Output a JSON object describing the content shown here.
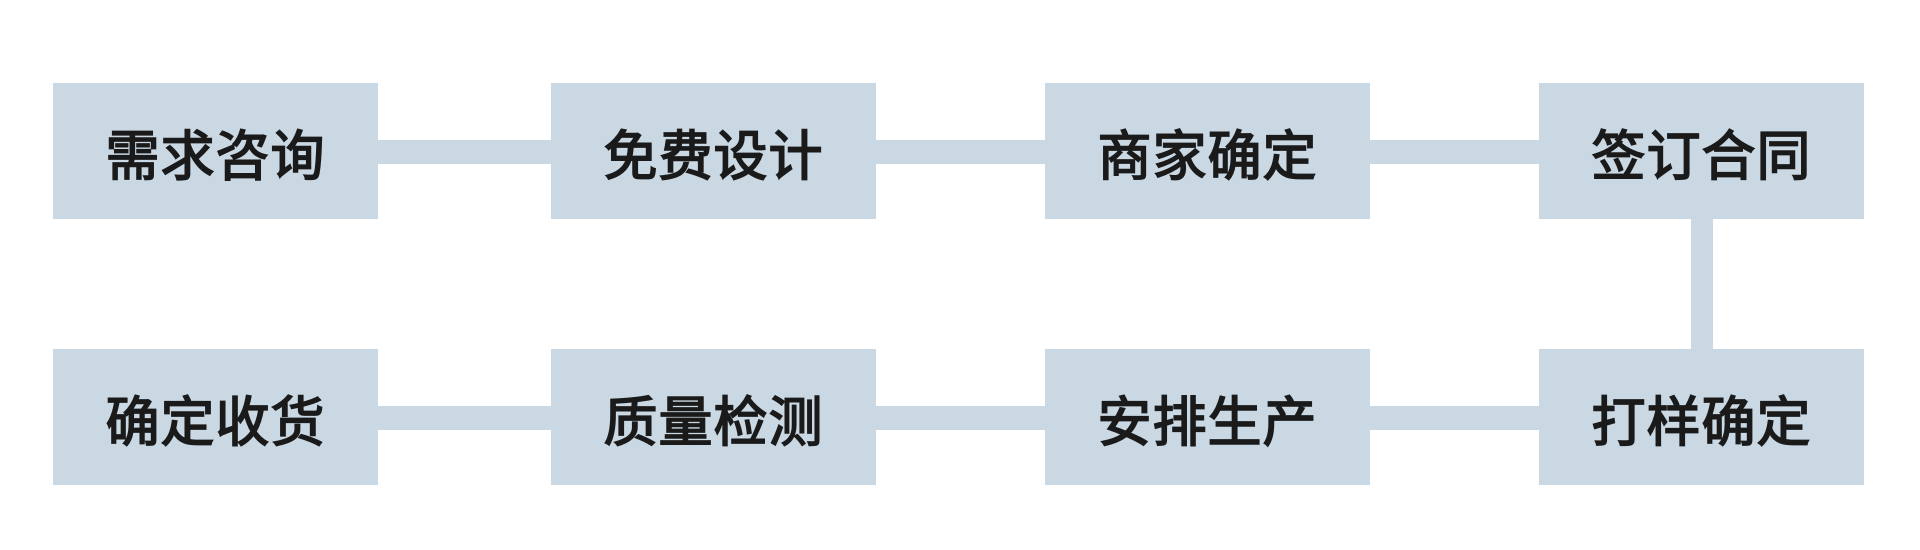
{
  "colors": {
    "box_fill": "#c9d8e3",
    "connector": "#c9d8e3",
    "text": "#1a1a1a",
    "background": "#ffffff"
  },
  "steps": [
    {
      "label": "需求咨询"
    },
    {
      "label": "免费设计"
    },
    {
      "label": "商家确定"
    },
    {
      "label": "签订合同"
    },
    {
      "label": "打样确定"
    },
    {
      "label": "安排生产"
    },
    {
      "label": "质量检测"
    },
    {
      "label": "确定收货"
    }
  ]
}
